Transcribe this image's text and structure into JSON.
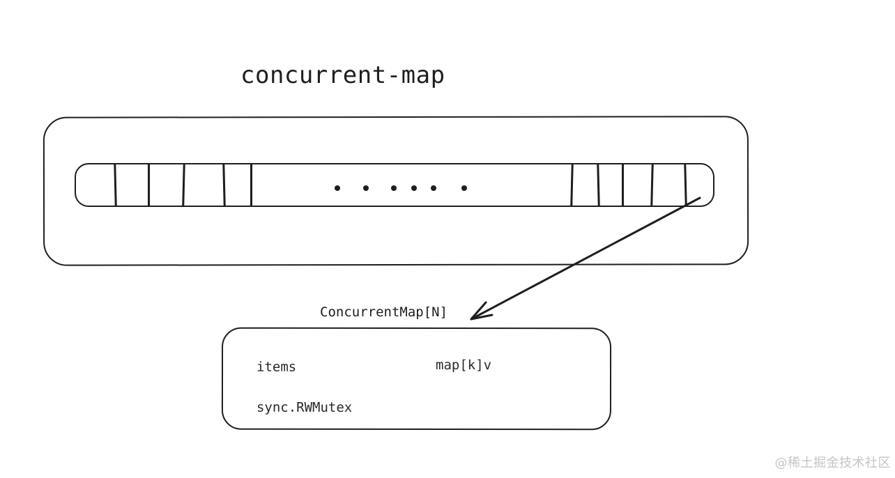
{
  "title": "concurrent-map",
  "shard_strip": {
    "divider_x": [
      162,
      210,
      260,
      318,
      357,
      817,
      855,
      890,
      932,
      980
    ],
    "dot_x": [
      482,
      523,
      563,
      592,
      620,
      664
    ]
  },
  "struct_box": {
    "type_label": "ConcurrentMap[N]",
    "fields": [
      {
        "name": "items",
        "type": "map[k]v"
      },
      {
        "name": "sync.RWMutex",
        "type": ""
      }
    ]
  },
  "watermark": "@稀土掘金技术社区",
  "colors": {
    "stroke": "#1e1e1e",
    "background": "#ffffff",
    "watermark": "#c5c5c5"
  }
}
